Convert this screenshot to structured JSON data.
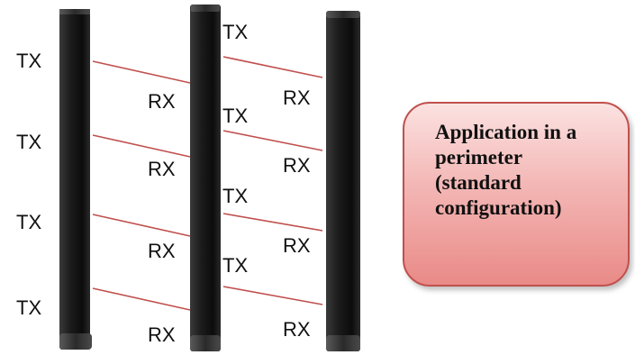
{
  "labels": {
    "tx": "TX",
    "rx": "RX"
  },
  "callout": {
    "text": "Application in a\nperimeter\n(standard\nconfiguration)"
  },
  "colors": {
    "post": "#141414",
    "beam": "#c0504d",
    "callout_border": "#c0504d",
    "callout_fill": "#f3b7b5"
  }
}
